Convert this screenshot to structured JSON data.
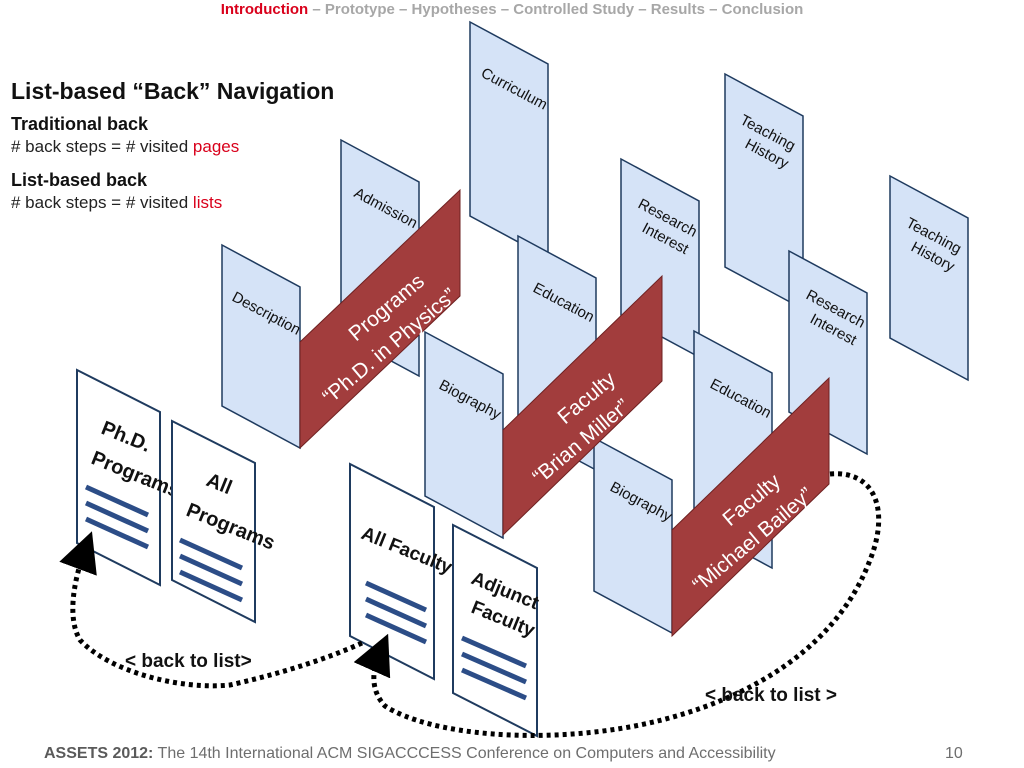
{
  "nav": {
    "current": "Introduction",
    "rest": " – Prototype – Hypotheses – Controlled Study – Results – Conclusion"
  },
  "heading": "List-based “Back” Navigation",
  "traditional": {
    "label": "Traditional back",
    "prefix": "# back steps = # visited",
    "highlight": "pages"
  },
  "listbased": {
    "label": "List-based back",
    "prefix": "# back steps = # visited",
    "highlight": "lists"
  },
  "pages": {
    "curriculum": "Curriculum",
    "admission": "Admission",
    "description": "Description",
    "teaching1": [
      "Teaching",
      "History"
    ],
    "teaching2": [
      "Teaching",
      "History"
    ],
    "research1": [
      "Research",
      "Interest"
    ],
    "research2": [
      "Research",
      "Interest"
    ],
    "education1": "Education",
    "education2": "Education",
    "biography1": "Biography",
    "biography2": "Biography"
  },
  "panels": {
    "programs": [
      "Programs",
      "“Ph.D. in Physics”"
    ],
    "miller": [
      "Faculty",
      "“Brian Miller”"
    ],
    "bailey": [
      "Faculty",
      "“Michael Bailey”"
    ]
  },
  "lists": {
    "phd": [
      "Ph.D.",
      "Programs"
    ],
    "all_programs": [
      "All",
      "Programs"
    ],
    "all_faculty": "All Faculty",
    "adjunct": [
      "Adjunct",
      "Faculty"
    ]
  },
  "back_left": "< back to list>",
  "back_right": "< back to list >",
  "footer": {
    "conf": "ASSETS 2012:",
    "text": " The 14th International ACM SIGACCCESS Conference on Computers and Accessibility",
    "page": "10"
  }
}
